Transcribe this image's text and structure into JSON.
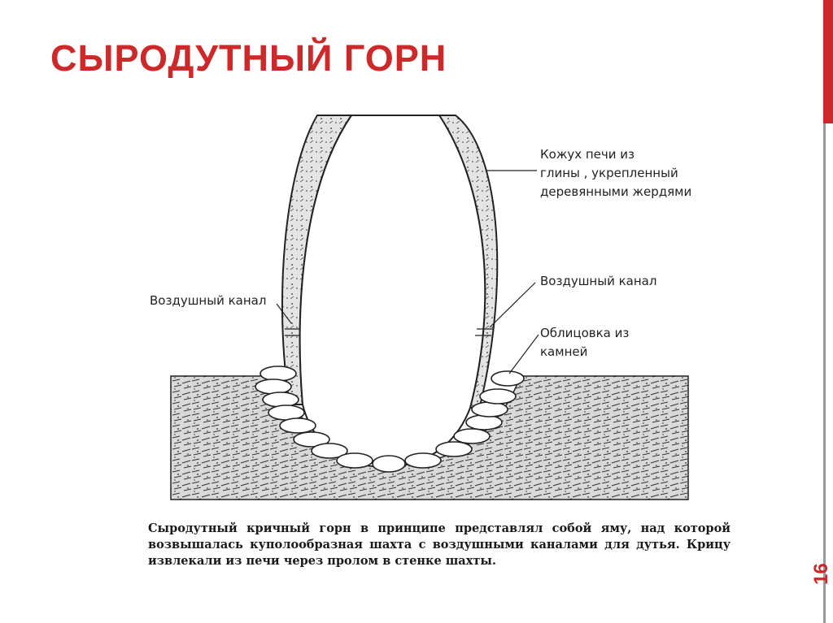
{
  "slide": {
    "title": "СЫРОДУТНЫЙ ГОРН",
    "number": "16",
    "accent_color": "#cc2a2a"
  },
  "diagram": {
    "labels": {
      "shell": [
        "Кожух печи из",
        "глины , укрепленный",
        "деревянными жердями"
      ],
      "air_channel_left": "Воздушный канал",
      "air_channel_right": "Воздушный канал",
      "lining": [
        "Облицовка из",
        "камней"
      ]
    },
    "caption": "Сыродутный кричный горн в принципе представлял собой яму, над которой возвышалась куполообразная шахта с воздушными каналами для дутья. Крицу извлекали из печи через пролом в стенке шахты."
  }
}
